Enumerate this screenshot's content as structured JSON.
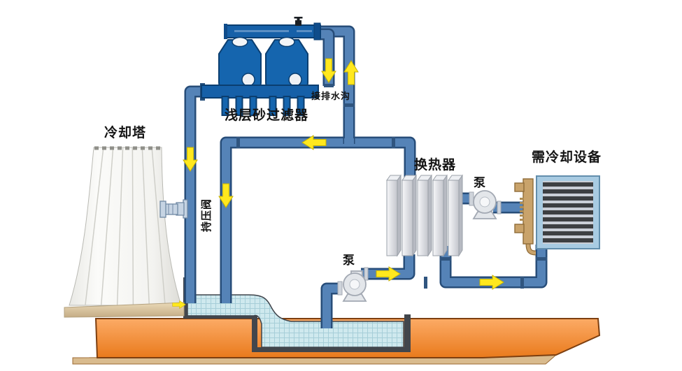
{
  "diagram": {
    "title": "cooling-water-circulation-system",
    "labels": {
      "cooling_tower": "冷却塔",
      "sand_filter": "浅层砂过滤器",
      "drain_ditch": "接排水沟",
      "pressure_valve": "持压阀",
      "heat_exchanger": "换热器",
      "pump_left": "泵",
      "pump_right": "泵",
      "cooling_equipment": "需冷却设备"
    },
    "arrows": [
      {
        "location": "filter-backwash-drain-pipe",
        "direction": "down"
      },
      {
        "location": "filter-feed-pipe",
        "direction": "up"
      },
      {
        "location": "return-line-to-tower",
        "direction": "left"
      },
      {
        "location": "pressure-valve-pipe",
        "direction": "down"
      },
      {
        "location": "basin-drop-pipe",
        "direction": "down"
      },
      {
        "location": "tower-outlet-to-basin",
        "direction": "right"
      },
      {
        "location": "basin-pump-discharge",
        "direction": "right"
      },
      {
        "location": "equipment-supply-line",
        "direction": "right"
      }
    ],
    "colors": {
      "pipe": "#5583b7",
      "pipe-dark": "#274d79",
      "tank": "#1565ae",
      "tank-dark": "#0b3e70",
      "arrow": "#ffe81e",
      "water": "#cfe9ee",
      "water-grid": "#a6ced8",
      "ground-light": "#fba763",
      "ground-dark": "#e97a1c",
      "ground-edge": "#7d3f10",
      "sand": "#d9bb8e",
      "wall": "#42464c",
      "brass": "#c9a36b",
      "radiator-frame": "#a8cbe2",
      "tube": "#3d3f42",
      "metal": "#e3e6ea",
      "label": "#141414",
      "background": "#ffffff"
    }
  }
}
